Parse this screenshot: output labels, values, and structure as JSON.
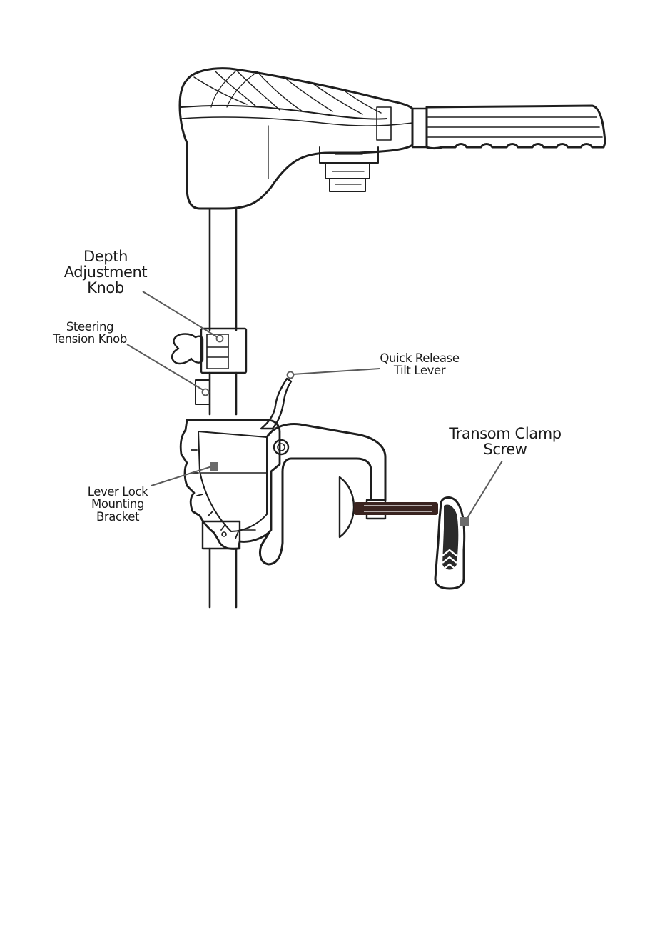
{
  "labels": {
    "depth_adjustment_knob": [
      "Depth",
      "Adjustment",
      "Knob"
    ],
    "steering_tension_knob": [
      "Steering",
      "Tension Knob"
    ],
    "quick_release_tilt_lever": [
      "Quick Release",
      "Tilt Lever"
    ],
    "transom_clamp_screw": [
      "Transom Clamp",
      "Screw"
    ],
    "lever_lock_mounting_bracket": [
      "Lever Lock",
      "Mounting",
      "Bracket"
    ]
  },
  "colors": {
    "line": "#1e1e1e",
    "leader": "#5a5a5a",
    "marker": "#6b6b6b",
    "handle": "#2b2b2b",
    "screw_shaft": "#3a2420"
  }
}
